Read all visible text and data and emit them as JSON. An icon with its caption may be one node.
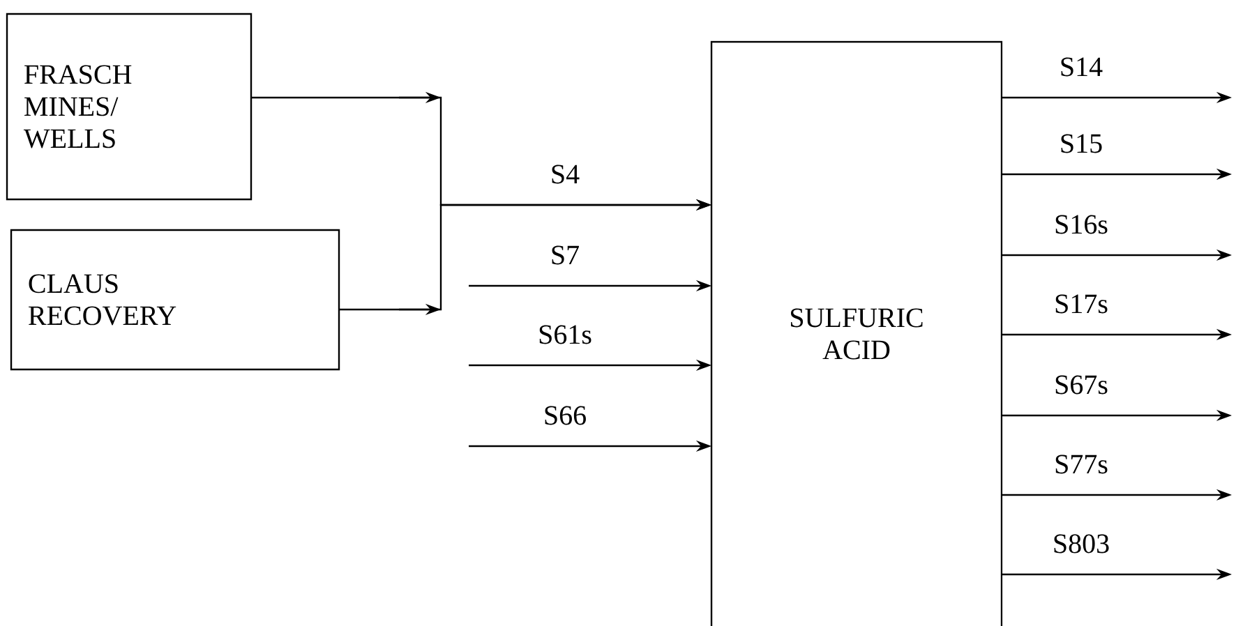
{
  "diagram": {
    "nodes": [
      {
        "text": [
          "FRASCH MINES/ WELLS"
        ]
      },
      {
        "text": [
          "CLAUS RECOVERY"
        ]
      },
      {
        "text": [
          "SULFURIC ACID"
        ]
      }
    ],
    "edges": [
      {
        "from": 0,
        "to": 2,
        "arrow": "to",
        "label": "S4"
      },
      {
        "from": 1,
        "to": 2,
        "arrow": "to"
      },
      {
        "from": null,
        "to": 2,
        "arrow": "to",
        "label": "S7"
      },
      {
        "from": null,
        "to": 2,
        "arrow": "to",
        "label": "S61s"
      },
      {
        "from": null,
        "to": 2,
        "arrow": "to",
        "label": "S66"
      },
      {
        "from": 2,
        "to": null,
        "arrow": "to",
        "label": "S14"
      },
      {
        "from": 2,
        "to": null,
        "arrow": "to",
        "label": "S15"
      },
      {
        "from": 2,
        "to": null,
        "arrow": "to",
        "label": "S16s"
      },
      {
        "from": 2,
        "to": null,
        "arrow": "to",
        "label": "S17s"
      },
      {
        "from": 2,
        "to": null,
        "arrow": "to",
        "label": "S67s"
      },
      {
        "from": 2,
        "to": null,
        "arrow": "to",
        "label": "S77s"
      },
      {
        "from": 2,
        "to": null,
        "arrow": "to",
        "label": "S803"
      }
    ]
  }
}
